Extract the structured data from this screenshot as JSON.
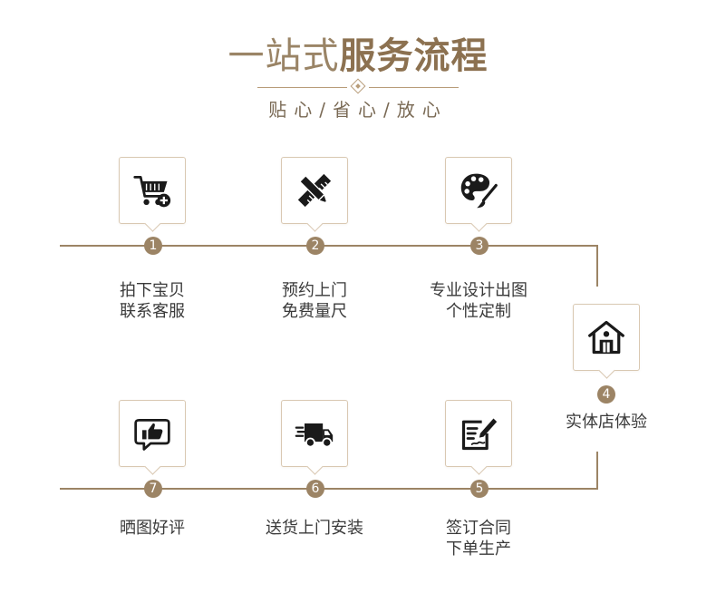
{
  "header": {
    "title_light": "一站式",
    "title_bold": "服务流程",
    "subtitle": "贴心/省心/放心"
  },
  "colors": {
    "accent": "#9c8465",
    "title": "#8a7253",
    "card_border": "#d9c8b2",
    "text": "#3a3a3a"
  },
  "steps": [
    {
      "number": "1",
      "icon": "shopping-cart-add-icon",
      "lines": [
        "拍下宝贝",
        "联系客服"
      ]
    },
    {
      "number": "2",
      "icon": "ruler-pencil-icon",
      "lines": [
        "预约上门",
        "免费量尺"
      ]
    },
    {
      "number": "3",
      "icon": "palette-brush-icon",
      "lines": [
        "专业设计出图",
        "个性定制"
      ]
    },
    {
      "number": "4",
      "icon": "house-store-icon",
      "lines": [
        "实体店体验"
      ]
    },
    {
      "number": "5",
      "icon": "contract-sign-icon",
      "lines": [
        "签订合同",
        "下单生产"
      ]
    },
    {
      "number": "6",
      "icon": "delivery-truck-icon",
      "lines": [
        "送货上门安装"
      ]
    },
    {
      "number": "7",
      "icon": "thumbs-up-review-icon",
      "lines": [
        "晒图好评"
      ]
    }
  ]
}
